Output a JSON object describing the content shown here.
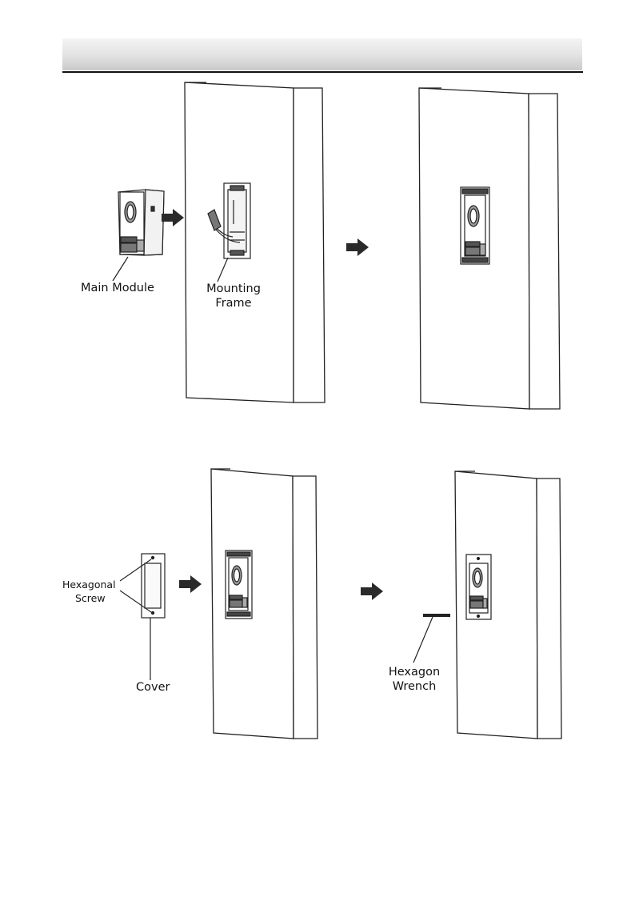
{
  "header": {
    "title": ""
  },
  "figure1": {
    "labels": {
      "main_module": "Main Module",
      "mounting_frame_line1": "Mounting",
      "mounting_frame_line2": "Frame"
    }
  },
  "figure2": {
    "labels": {
      "hexagonal_screw_line1": "Hexagonal",
      "hexagonal_screw_line2": "Screw",
      "cover": "Cover",
      "hexagon_wrench_line1": "Hexagon",
      "hexagon_wrench_line2": "Wrench"
    }
  },
  "icons": [
    "arrow-right-icon",
    "wall-panel",
    "door-station-module",
    "mounting-frame",
    "cover-plate",
    "hexagon-wrench"
  ]
}
